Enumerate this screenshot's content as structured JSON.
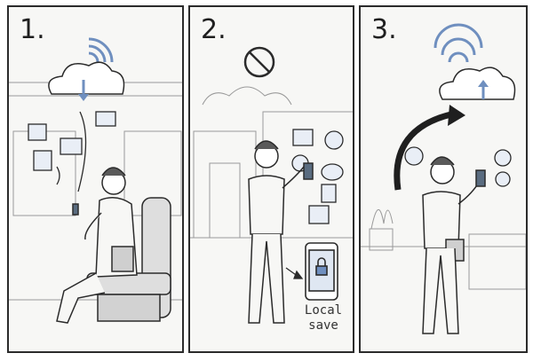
{
  "panels": [
    {
      "number": "1."
    },
    {
      "number": "2."
    },
    {
      "number": "3."
    }
  ],
  "caption": {
    "line1": "Local",
    "line2": "save"
  },
  "colors": {
    "accent": "#6f8fbf",
    "ink": "#2b2b2b",
    "paper": "#f7f7f5"
  },
  "icons": [
    "wifi-icon",
    "cloud-icon",
    "download-arrow-icon",
    "calendar-icon",
    "briefcase-icon",
    "document-icon",
    "no-signal-icon",
    "search-folder-icon",
    "clock-icon",
    "alert-icon",
    "chat-bubble-icon",
    "checklist-icon",
    "chart-icon",
    "phone-lock-icon",
    "upload-arrow-icon",
    "sync-arrow-icon"
  ]
}
